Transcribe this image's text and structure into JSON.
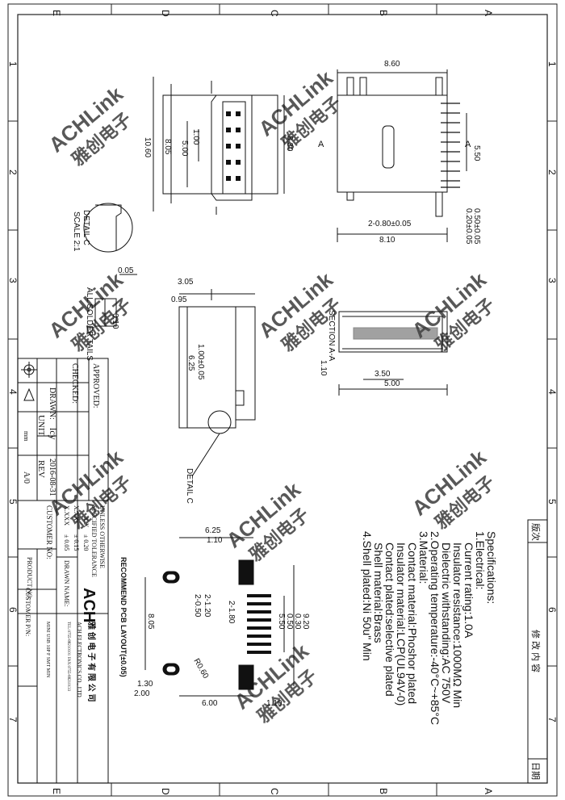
{
  "frame": {
    "zone_letters": [
      "E",
      "D",
      "C",
      "B",
      "A"
    ],
    "zone_numbers": [
      "1",
      "2",
      "3",
      "4",
      "5",
      "6",
      "7"
    ]
  },
  "watermark": {
    "brand": "ACHLink",
    "cn": "雅创电子"
  },
  "top_view": {
    "width": "8.60",
    "inner_a": "1.00",
    "inner_b": "5.00",
    "inner_c": "8.05",
    "outer": "10.60",
    "right": "8.30"
  },
  "side_view": {
    "width": "8.60",
    "height": "5.50",
    "pitch": "0.50±0.05",
    "offset": "0.20±0.05",
    "pins": "2-0.80±0.05",
    "span": "8.10",
    "section_a_left": "A",
    "section_a_right": "A"
  },
  "detail": {
    "title": "DETAIL C",
    "scale": "SCALE 2:1",
    "value": "0.05",
    "coplanarity": "0.10",
    "solder_note": "ALL SOLDER TAILS"
  },
  "front_view": {
    "d1": "3.05",
    "d2": "0.95",
    "d3": "1.00±0.05",
    "d4": "6.25",
    "detail_ref": "DETAIL C"
  },
  "section": {
    "title": "SECTION A-A",
    "d1": "1.10",
    "d2": "3.50",
    "d3": "5.00"
  },
  "pcb": {
    "title": "RECOMMEND PCB LAYOUT(±0.05)",
    "d_625": "6.25",
    "d_110_top": "1.10",
    "d_2_120": "2-1.20",
    "d_2_050": "2-0.50",
    "d_2_180": "2-1.80",
    "d_805": "8.05",
    "d_550": "5.50",
    "d_050": "0.50",
    "d_030": "0.30",
    "d_920": "9.20",
    "d_r060": "R0.60",
    "d_130": "1.30",
    "d_200": "2.00",
    "d_600": "6.00",
    "d_110_bot": "1.10"
  },
  "specs": {
    "heading": "Specifications:",
    "lines": [
      "1.Electrical:",
      "Current rating:1.0A",
      "Insulator resistance:1000MΩ Min",
      "Dielectric withstanding:AC 750V",
      "2.Operating temperature:-40°C~+85°C",
      "3.Material:",
      "Contact material:Phoshor plated",
      "Insulator material:LCP(UL94V-0)",
      "Contact plated:selective plated",
      "Shell material:Brass",
      "4.Shell plated:Ni 50u\" Min"
    ]
  },
  "revision": {
    "col1": "版次",
    "col2": "修 改 内 容",
    "col3": "日期"
  },
  "title_block": {
    "approved": "APPROVED:",
    "checked": "CHECKED:",
    "drawn": "DRAWN:",
    "drawn_by": "lcy",
    "date": "2016-08-31",
    "unit_label": "UNIT",
    "unit_value": "mm",
    "rev_label": "REV",
    "rev_value": "A/0",
    "tol_title_1": "UNLESS OTHERWISE",
    "tol_title_2": "SPECIFIED TOLERANCE",
    "tol_rows": [
      {
        "fmt": "X.X",
        "tol": "± 0.20"
      },
      {
        "fmt": "X.XX",
        "tol": "± 0.15"
      },
      {
        "fmt": "X.XXX",
        "tol": "± 0.05"
      }
    ],
    "customer_no": "CUSTOMER NO:",
    "customer_pn": "CUSTOMER P/N:",
    "drawn_name_label": "DRAWN NAME:",
    "drawn_name": "MINI USB 10P F SMT MIN",
    "product_no": "PRODUCT NO:",
    "logo": "ACH",
    "company_cn": "雅 创 电 子 有 限 公 司",
    "company_en": "ACH ELECTRONICS CO., LTD",
    "company_tel": "TEL:0755-88210101 FAX:0755-88210133"
  }
}
